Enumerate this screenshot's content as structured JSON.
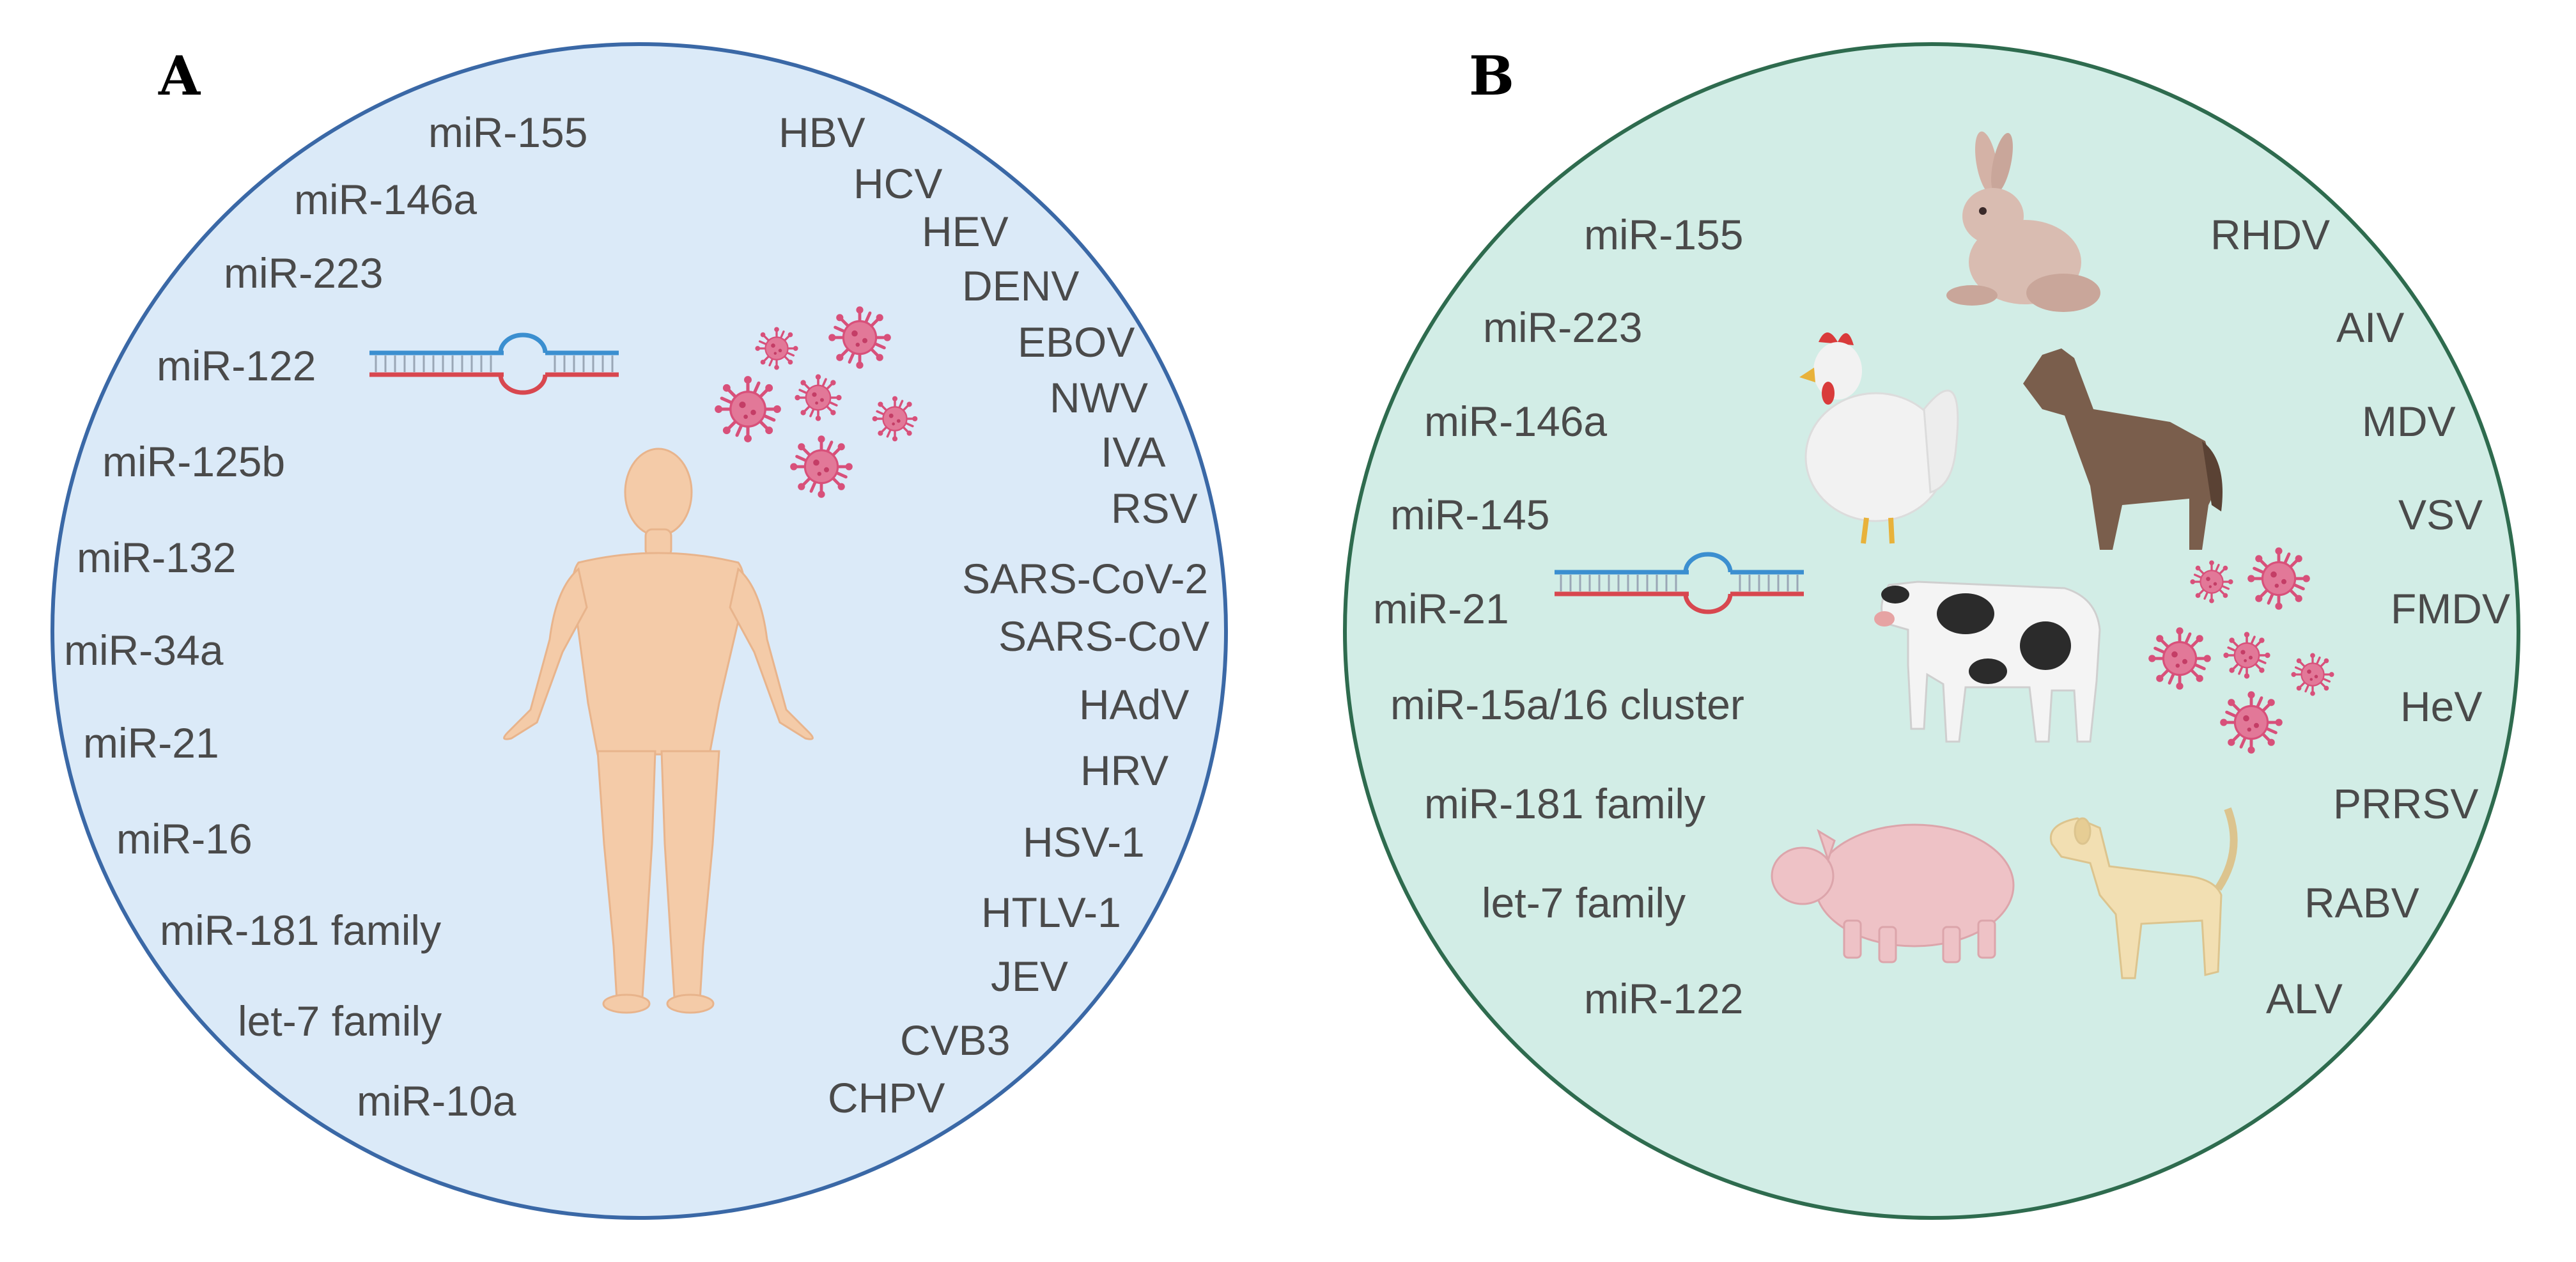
{
  "panel_a": {
    "letter": "A",
    "mirnas": [
      "miR-155",
      "miR-146a",
      "miR-223",
      "miR-122",
      "miR-125b",
      "miR-132",
      "miR-34a",
      "miR-21",
      "miR-16",
      "miR-181 family",
      "let-7 family",
      "miR-10a"
    ],
    "viruses": [
      "HBV",
      "HCV",
      "HEV",
      "DENV",
      "EBOV",
      "NWV",
      "IVA",
      "RSV",
      "SARS-CoV-2",
      "SARS-CoV",
      "HAdV",
      "HRV",
      "HSV-1",
      "HTLV-1",
      "JEV",
      "CVB3",
      "CHPV"
    ],
    "icons": [
      "human-figure-icon",
      "mirna-hairpin-icon",
      "virus-cluster-icon"
    ]
  },
  "panel_b": {
    "letter": "B",
    "mirnas": [
      "miR-155",
      "miR-223",
      "miR-146a",
      "miR-145",
      "miR-21",
      "miR-15a/16 cluster",
      "miR-181 family",
      "let-7 family",
      "miR-122"
    ],
    "viruses": [
      "RHDV",
      "AIV",
      "MDV",
      "VSV",
      "FMDV",
      "HeV",
      "PRRSV",
      "RABV",
      "ALV"
    ],
    "icons": [
      "rabbit-icon",
      "chicken-icon",
      "horse-icon",
      "cow-icon",
      "pig-icon",
      "dog-icon",
      "mirna-hairpin-icon",
      "virus-cluster-icon"
    ]
  },
  "colors": {
    "panel_a_fill": "#dbeaf8",
    "panel_a_stroke": "#3a68a6",
    "panel_b_fill": "#d2ede6",
    "panel_b_stroke": "#2e6b4e",
    "label_text": "#4a4a4a",
    "virus": "#d8507a",
    "rna_blue": "#3b8fd0",
    "rna_red": "#d8474f",
    "skin": "#f4cba8"
  }
}
